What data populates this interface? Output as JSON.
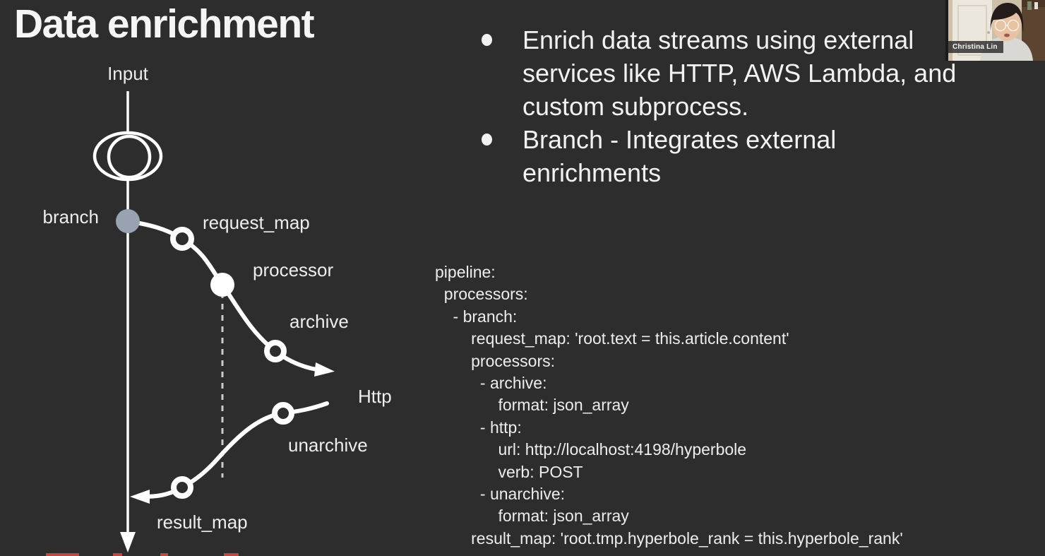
{
  "slide": {
    "title": "Data enrichment",
    "background_color": "#2d2d2d",
    "text_color": "#f2f2f2",
    "clipped_red_text_color": "#b94a45"
  },
  "bullets": [
    {
      "text": "Enrich data streams using external\nservices like HTTP, AWS Lambda, and\ncustom subprocess."
    },
    {
      "text": "Branch - Integrates external\nenrichments"
    }
  ],
  "diagram": {
    "input_label": "Input",
    "labels": {
      "branch": "branch",
      "request_map": "request_map",
      "processor": "processor",
      "archive": "archive",
      "http": "Http",
      "unarchive": "unarchive",
      "result_map": "result_map"
    },
    "branch_node_color": "#99a2b1",
    "line_color": "#ffffff"
  },
  "code": {
    "lines": [
      "pipeline:",
      "  processors:",
      "    - branch:",
      "        request_map: 'root.text = this.article.content'",
      "        processors:",
      "          - archive:",
      "              format: json_array",
      "          - http:",
      "              url: http://localhost:4198/hyperbole",
      "              verb: POST",
      "          - unarchive:",
      "              format: json_array",
      "        result_map: 'root.tmp.hyperbole_rank = this.hyperbole_rank'"
    ]
  },
  "webcam": {
    "name": "Christina Lin"
  }
}
